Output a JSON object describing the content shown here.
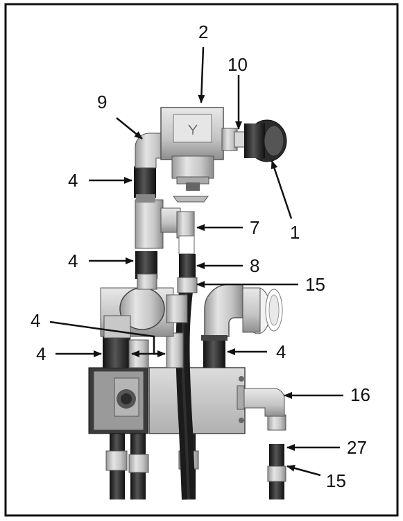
{
  "figure": {
    "type": "exploded-parts-illustration",
    "callouts": [
      {
        "id": "c2",
        "label": "2"
      },
      {
        "id": "c10",
        "label": "10"
      },
      {
        "id": "c9",
        "label": "9"
      },
      {
        "id": "c4a",
        "label": "4"
      },
      {
        "id": "c7",
        "label": "7"
      },
      {
        "id": "c1",
        "label": "1"
      },
      {
        "id": "c4b",
        "label": "4"
      },
      {
        "id": "c8",
        "label": "8"
      },
      {
        "id": "c15a",
        "label": "15"
      },
      {
        "id": "c4c",
        "label": "4"
      },
      {
        "id": "c4d",
        "label": "4"
      },
      {
        "id": "c4e",
        "label": "4"
      },
      {
        "id": "c16",
        "label": "16"
      },
      {
        "id": "c27",
        "label": "27"
      },
      {
        "id": "c15b",
        "label": "15"
      }
    ],
    "colors": {
      "frame": "#111111",
      "metal_light": "#d6d6d6",
      "metal_mid": "#b8b8b8",
      "metal_dark": "#8e8e8e",
      "hose": "#1a1a1a",
      "fitting_dark": "#2a2a2a"
    }
  }
}
